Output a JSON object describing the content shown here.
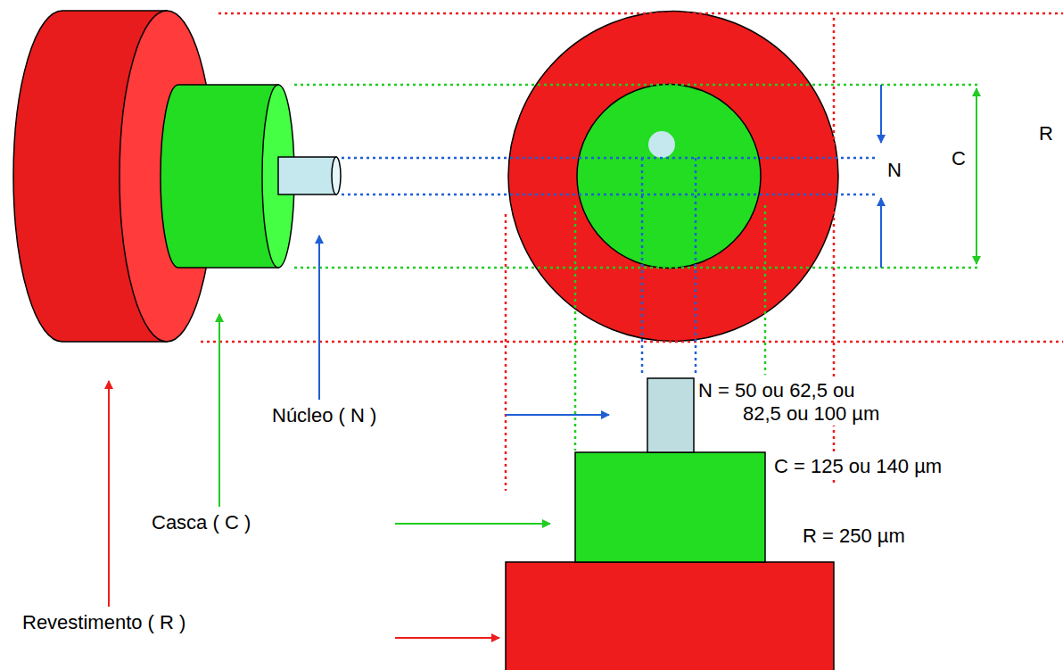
{
  "diagram": {
    "labels": [
      "Núcleo ( N )",
      "Casca ( C )",
      "Revestimento ( R )",
      "N",
      "C",
      "R",
      "N = 50 ou 62,5 ou 82,5 ou 100 µm",
      "C = 125 ou 140 µm",
      "R = 250 µm"
    ]
  }
}
